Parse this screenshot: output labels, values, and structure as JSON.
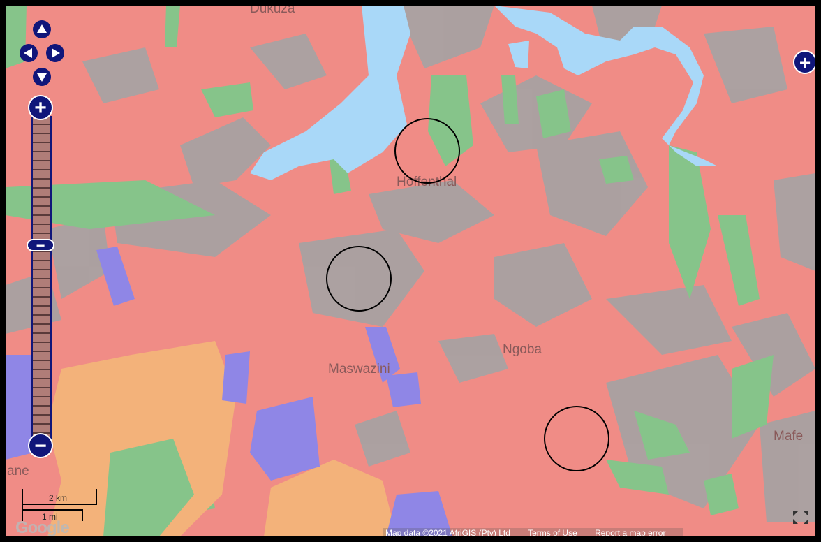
{
  "map": {
    "places": [
      {
        "label": "Dukuza"
      },
      {
        "label": "Hoffenthal"
      },
      {
        "label": "Ngoba"
      },
      {
        "label": "Maswazini"
      },
      {
        "label": "Mafe"
      },
      {
        "label": "ane"
      }
    ],
    "controls": {
      "pan_icons": [
        "arrow-up-icon",
        "arrow-left-icon",
        "arrow-right-icon",
        "arrow-down-icon"
      ],
      "zoom_in_label": "+",
      "zoom_out_label": "−",
      "slider_thumb_label": "−",
      "overview_toggle_label": "+"
    },
    "scale": {
      "metric": "2 km",
      "imperial": "1 mi"
    },
    "logo": "Google",
    "attribution": {
      "map_data": "Map data ©2021 AfriGIS (Pty) Ltd",
      "terms": "Terms of Use",
      "report": "Report a map error"
    },
    "colors": {
      "base": "#f08c86",
      "urban": "#a8a2a2",
      "green": "#86c48a",
      "water": "#a9d8f8",
      "purple": "#8f86e6",
      "orange": "#f3b27a",
      "control": "#10167a"
    }
  }
}
